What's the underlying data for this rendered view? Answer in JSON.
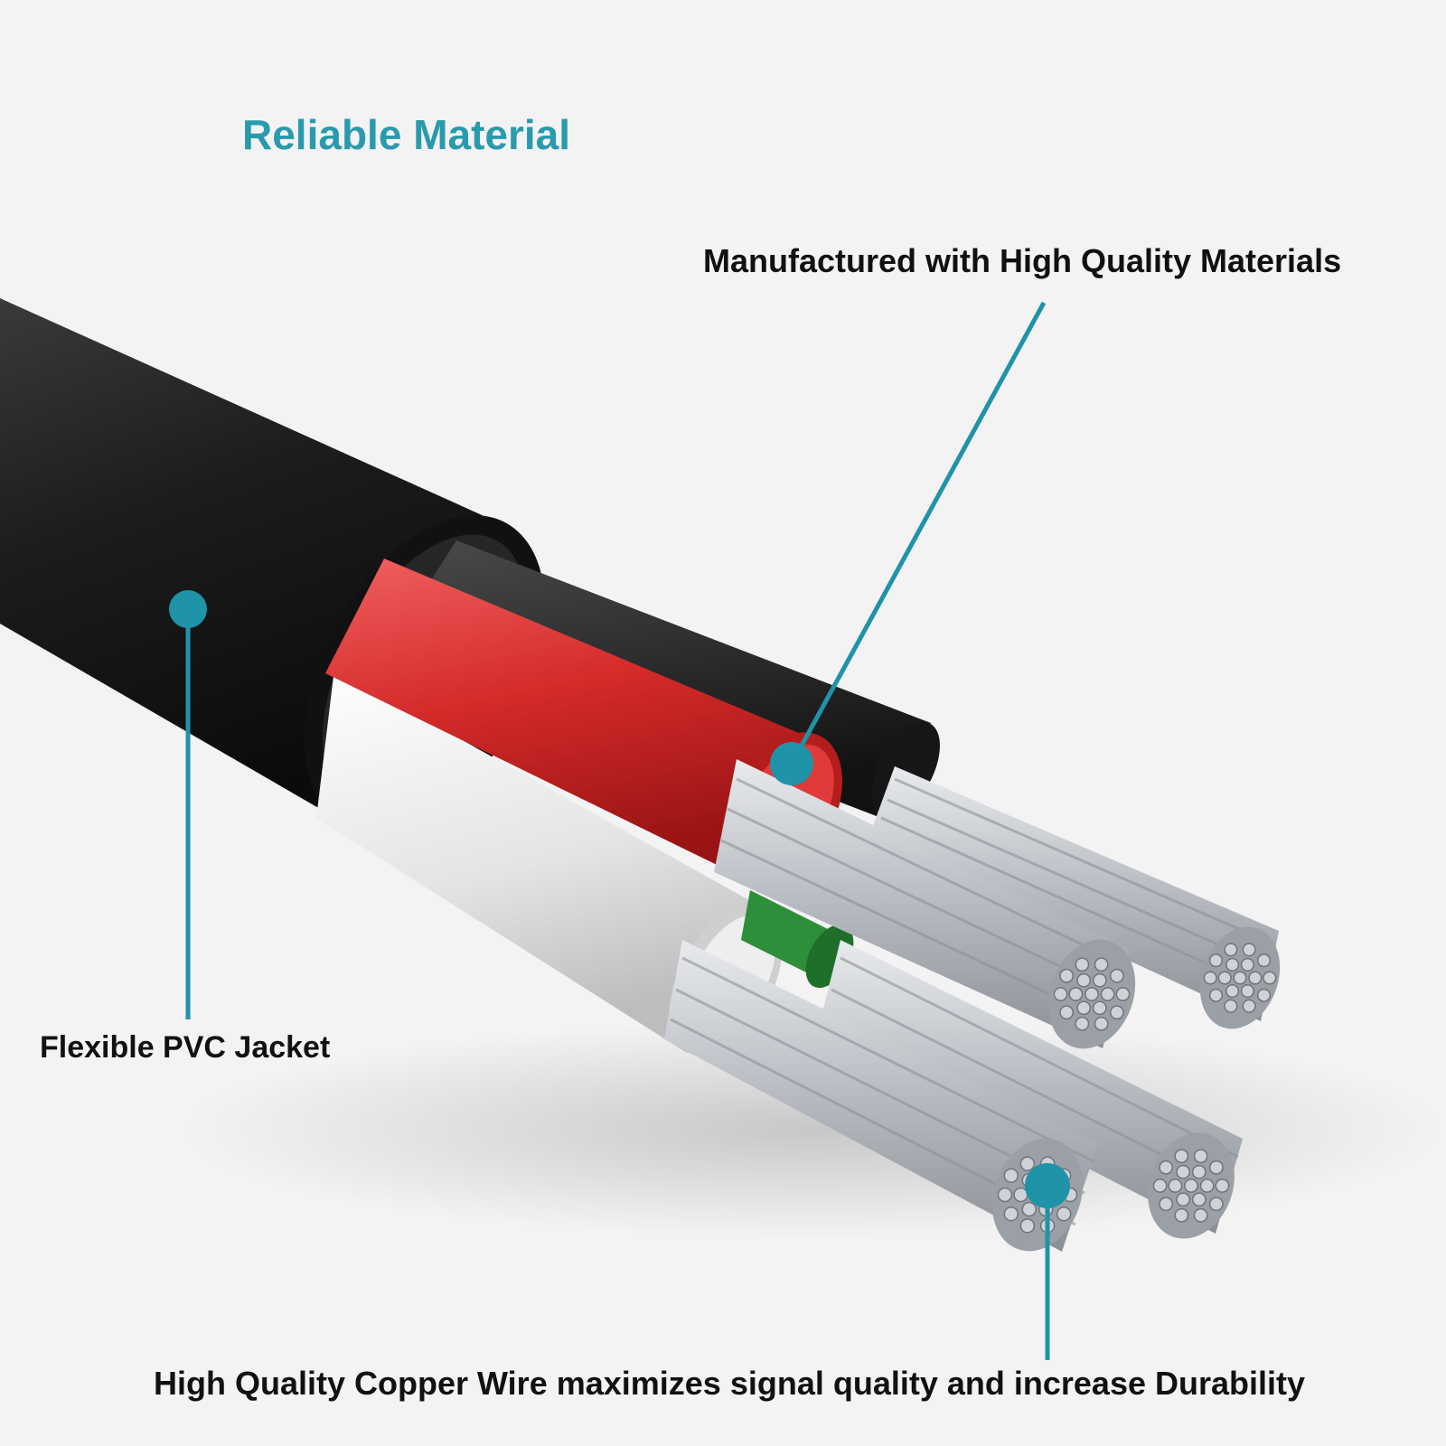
{
  "title": "Reliable Material",
  "callouts": {
    "materials": "Manufactured with High Quality Materials",
    "jacket": "Flexible PVC Jacket",
    "copper": "High Quality Copper Wire maximizes signal quality and increase Durability"
  },
  "colors": {
    "accent": "#2a9aad",
    "jacket": "#1b1b1b",
    "red_wire": "#d82a2a",
    "black_wire": "#202020",
    "white_wire": "#e6e6e6",
    "green_wire": "#2e8f3a",
    "strand": "#c9ccd1"
  }
}
